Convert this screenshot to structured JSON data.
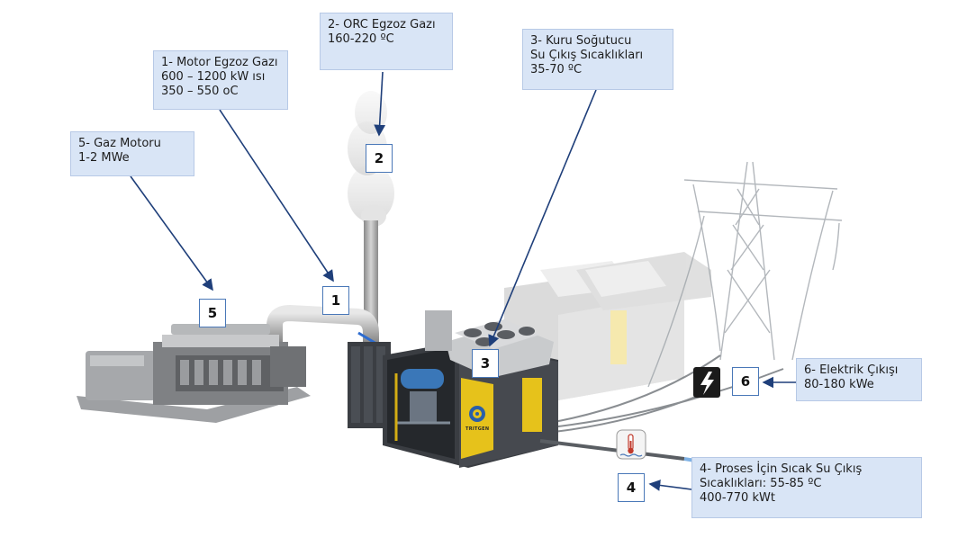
{
  "callouts": {
    "c1": {
      "lines": [
        "1- Motor Egzoz Gazı",
        "600 – 1200 kW ısı",
        "350 – 550 oC"
      ]
    },
    "c2": {
      "lines": [
        "2- ORC Egzoz Gazı",
        "160-220 ºC"
      ]
    },
    "c3": {
      "lines": [
        "3- Kuru Soğutucu",
        "Su Çıkış Sıcaklıkları",
        "35-70 ºC"
      ]
    },
    "c4": {
      "lines": [
        "4- Proses İçin Sıcak Su Çıkış",
        "Sıcaklıkları: 55-85 ºC",
        "400-770 kWt"
      ]
    },
    "c5": {
      "lines": [
        "5- Gaz Motoru",
        "1-2 MWe"
      ]
    },
    "c6": {
      "lines": [
        "6- Elektrik Çıkışı",
        "80-180 kWe"
      ]
    }
  },
  "markers": {
    "m1": "1",
    "m2": "2",
    "m3": "3",
    "m4": "4",
    "m5": "5",
    "m6": "6"
  },
  "brand_text": "TRITGEN",
  "icons": {
    "electric": "lightning-bolt-icon",
    "hot_water": "thermometer-water-icon"
  },
  "colors": {
    "callout_bg": "#d9e5f6",
    "arrow": "#1f3f7a",
    "container": "#3a3d42",
    "accent": "#e6c21b"
  }
}
